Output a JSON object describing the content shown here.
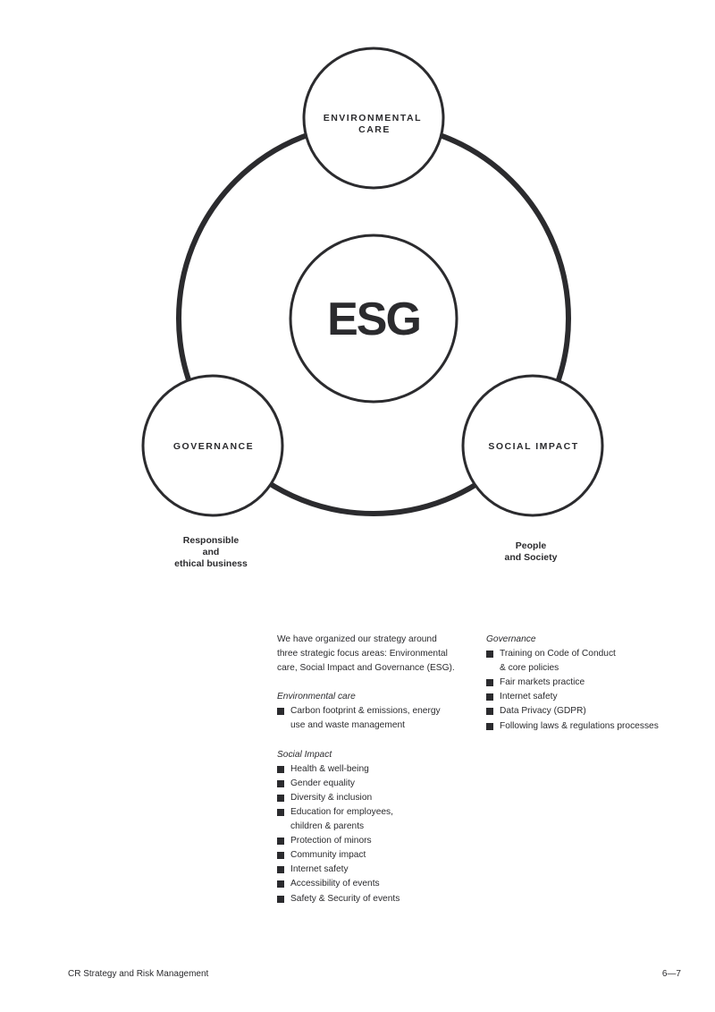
{
  "diagram": {
    "center": "ESG",
    "nodes": {
      "top": [
        "ENVIRONMENTAL",
        "CARE"
      ],
      "left": "GOVERNANCE",
      "right": "SOCIAL IMPACT"
    },
    "captions": {
      "left": [
        "Responsible",
        "and",
        "ethical business"
      ],
      "right": [
        "People",
        "and Society"
      ]
    },
    "colors": {
      "stroke": "#2b2b2e",
      "background": "#ffffff"
    }
  },
  "text": {
    "intro": [
      "We have organized our strategy around",
      "three strategic focus areas: Environmental",
      "care, Social Impact and Governance (ESG)."
    ],
    "environmental_heading": "Environmental care",
    "environmental_items": [
      [
        "Carbon footprint & emissions, energy",
        "use and waste management"
      ]
    ],
    "social_heading": "Social Impact",
    "social_items": [
      [
        "Health & well-being"
      ],
      [
        "Gender equality"
      ],
      [
        "Diversity & inclusion"
      ],
      [
        "Education for employees,",
        "children & parents"
      ],
      [
        "Protection of minors"
      ],
      [
        "Community impact"
      ],
      [
        "Internet safety"
      ],
      [
        "Accessibility of events"
      ],
      [
        "Safety & Security of events"
      ]
    ],
    "governance_heading": "Governance",
    "governance_items": [
      [
        "Training on Code of Conduct",
        "& core policies"
      ],
      [
        "Fair markets practice"
      ],
      [
        "Internet safety"
      ],
      [
        "Data Privacy (GDPR)"
      ],
      [
        "Following laws & regulations processes"
      ]
    ]
  },
  "footer": {
    "left": "CR Strategy and Risk Management",
    "right": "6—7"
  }
}
